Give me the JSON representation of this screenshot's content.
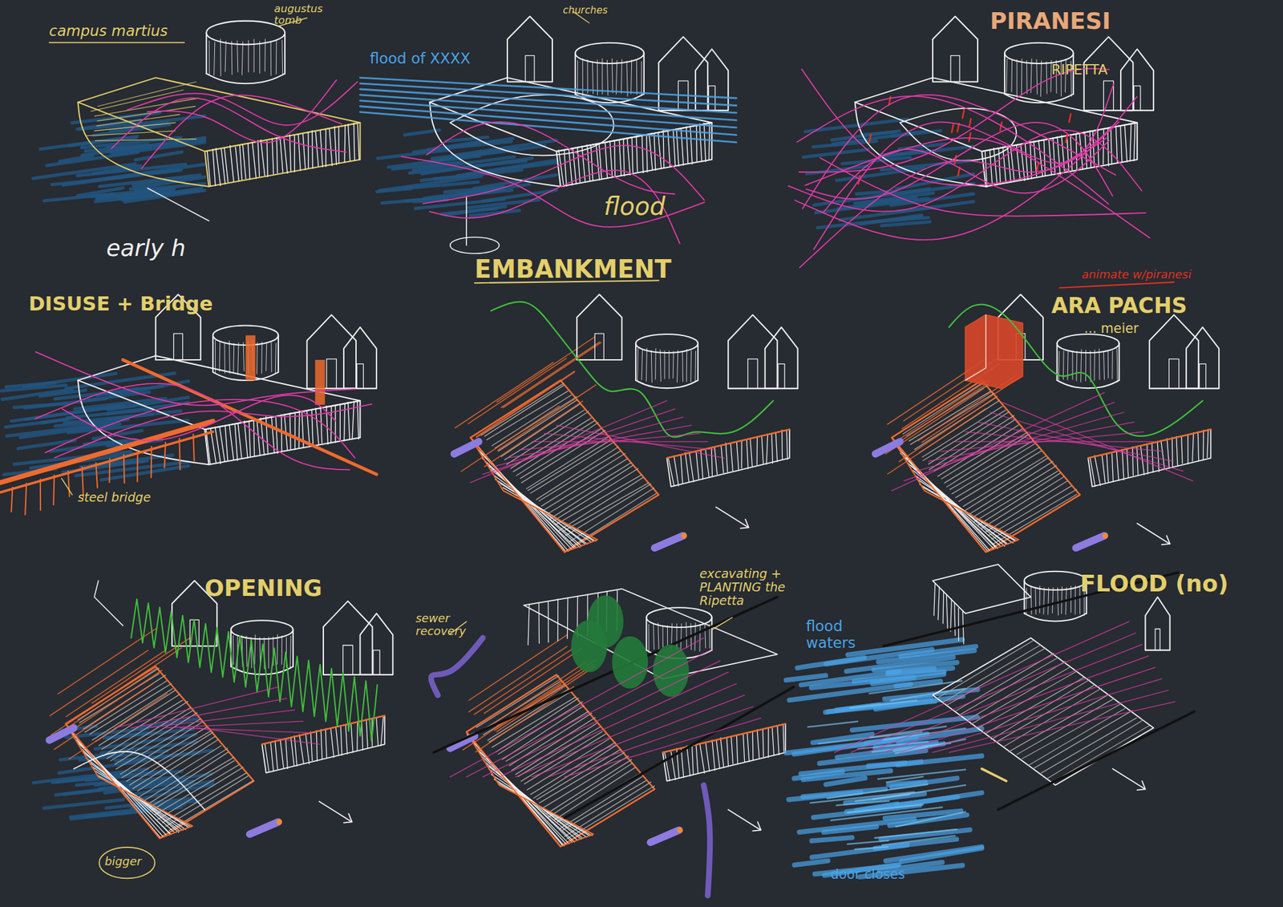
{
  "diagram": {
    "labels": [
      "campus martius",
      "augustus tomb",
      "early h",
      "flood of XXXX",
      "churches",
      "flood",
      "PIRANESI",
      "RIPETTA",
      "animate w/piranesi",
      "DISUSE + Bridge",
      "steel bridge",
      "EMBANKMENT",
      "ARA PACHS",
      "... meier",
      "OPENING",
      "bigger",
      "sewer recovery",
      "excavating + PLANTING the Ripetta",
      "FLOOD (no)",
      "flood waters",
      "door closes"
    ]
  }
}
